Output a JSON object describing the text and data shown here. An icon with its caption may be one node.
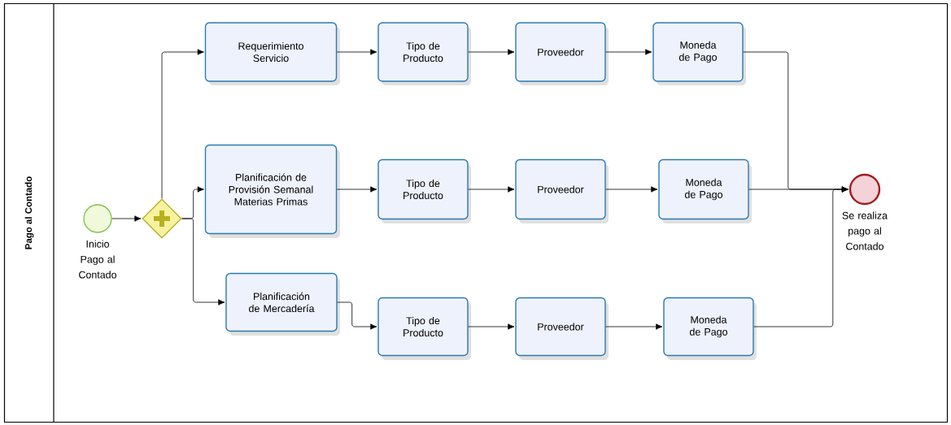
{
  "diagram": {
    "nodes": [
      {
        "text": [
          "Pago al Contado"
        ]
      },
      {
        "text": [],
        "shape": "circle",
        "in": 0,
        "beside": [
          "Inicio Pago al Contado"
        ]
      },
      {
        "text": [],
        "shape": "diamond",
        "in": 0
      },
      {
        "text": [
          "Requerimiento Servicio"
        ],
        "in": 0
      },
      {
        "text": [
          "Tipo de Producto"
        ],
        "in": 0
      },
      {
        "text": [
          "Proveedor"
        ],
        "in": 0
      },
      {
        "text": [
          "Moneda de Pago"
        ],
        "in": 0
      },
      {
        "text": [
          "Planificación de Provisión Semanal Materias Primas"
        ],
        "in": 0
      },
      {
        "text": [
          "Tipo de Producto"
        ],
        "in": 0
      },
      {
        "text": [
          "Proveedor"
        ],
        "in": 0
      },
      {
        "text": [
          "Moneda de Pago"
        ],
        "in": 0
      },
      {
        "text": [
          "Planificación de Mercadería"
        ],
        "in": 0
      },
      {
        "text": [
          "Tipo de Producto"
        ],
        "in": 0
      },
      {
        "text": [
          "Proveedor"
        ],
        "in": 0
      },
      {
        "text": [
          "Moneda de Pago"
        ],
        "in": 0
      },
      {
        "text": [],
        "shape": "circle",
        "in": 0,
        "beside": [
          "Se realiza pago al Contado"
        ]
      }
    ],
    "edges": [
      {
        "from": 1,
        "to": 2,
        "arrow": "to"
      },
      {
        "from": 2,
        "to": 3,
        "arrow": "to"
      },
      {
        "from": 2,
        "to": 7,
        "arrow": "to"
      },
      {
        "from": 2,
        "to": 11,
        "arrow": "to"
      },
      {
        "from": 3,
        "to": 4,
        "arrow": "to"
      },
      {
        "from": 4,
        "to": 5,
        "arrow": "to"
      },
      {
        "from": 5,
        "to": 6,
        "arrow": "to"
      },
      {
        "from": 7,
        "to": 8,
        "arrow": "to"
      },
      {
        "from": 8,
        "to": 9,
        "arrow": "to"
      },
      {
        "from": 9,
        "to": 10,
        "arrow": "to"
      },
      {
        "from": 11,
        "to": 12,
        "arrow": "to"
      },
      {
        "from": 12,
        "to": 13,
        "arrow": "to"
      },
      {
        "from": 13,
        "to": 14,
        "arrow": "to"
      },
      {
        "from": 6,
        "to": 15,
        "arrow": "to"
      },
      {
        "from": 10,
        "to": 15,
        "arrow": "to"
      },
      {
        "from": 14,
        "to": 15,
        "arrow": "to"
      }
    ]
  }
}
